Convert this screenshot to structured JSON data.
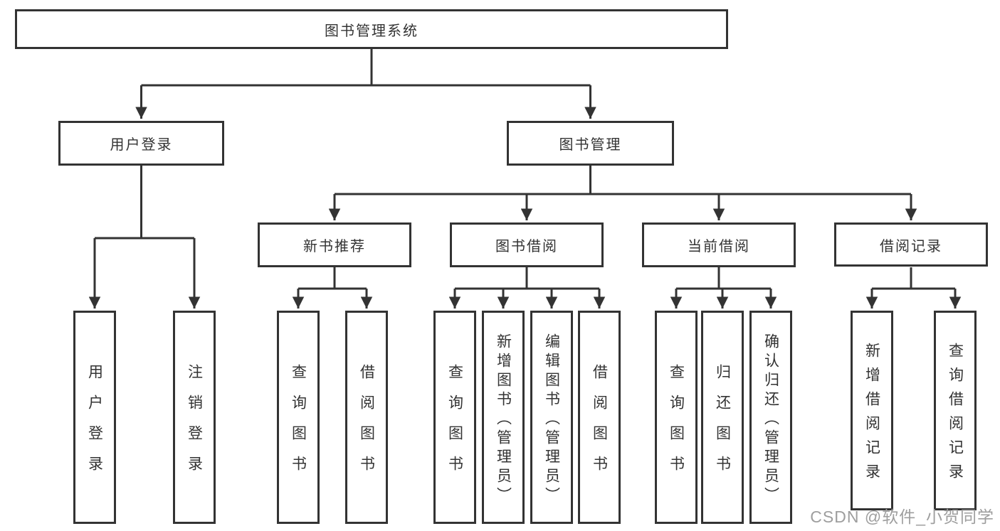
{
  "tree": {
    "label": "图书管理系统",
    "children": [
      {
        "label": "用户登录",
        "children": [
          {
            "label": "用户登录"
          },
          {
            "label": "注销登录"
          }
        ]
      },
      {
        "label": "图书管理",
        "children": [
          {
            "label": "新书推荐",
            "children": [
              {
                "label": "查询图书"
              },
              {
                "label": "借阅图书"
              }
            ]
          },
          {
            "label": "图书借阅",
            "children": [
              {
                "label": "查询图书"
              },
              {
                "label": "新增图书（管理员）"
              },
              {
                "label": "编辑图书（管理员）"
              },
              {
                "label": "借阅图书"
              }
            ]
          },
          {
            "label": "当前借阅",
            "children": [
              {
                "label": "查询图书"
              },
              {
                "label": "归还图书"
              },
              {
                "label": "确认归还（管理员）"
              }
            ]
          },
          {
            "label": "借阅记录",
            "children": [
              {
                "label": "新增借阅记录"
              },
              {
                "label": "查询借阅记录"
              }
            ]
          }
        ]
      }
    ]
  },
  "watermark": "CSDN @软件_小贺同学",
  "colors": {
    "line": "#333333",
    "text": "#333333",
    "watermark_gray": "#9e9e9e",
    "background": "#ffffff"
  }
}
